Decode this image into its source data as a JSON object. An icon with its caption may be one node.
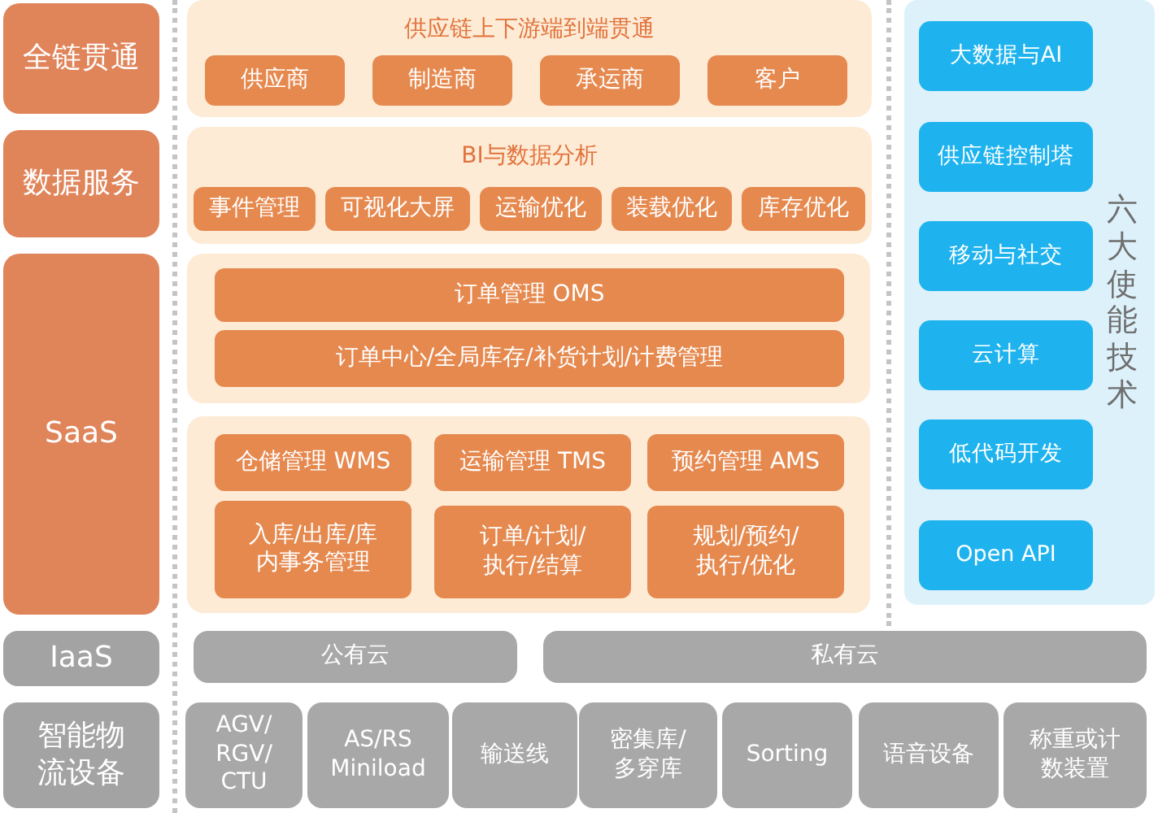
{
  "diagram": {
    "nodes": [
      {
        "text": [
          "全链贯通"
        ]
      },
      {
        "text": [
          "供应链上下游端到端贯通"
        ]
      },
      {
        "text": [
          "供应商"
        ],
        "in": 1
      },
      {
        "text": [
          "制造商"
        ],
        "in": 1
      },
      {
        "text": [
          "承运商"
        ],
        "in": 1
      },
      {
        "text": [
          "客户"
        ],
        "in": 1
      },
      {
        "text": [
          "数据服务"
        ]
      },
      {
        "text": [
          "BI与数据分析"
        ]
      },
      {
        "text": [
          "事件管理"
        ],
        "in": 7
      },
      {
        "text": [
          "可视化大屏"
        ],
        "in": 7
      },
      {
        "text": [
          "运输优化"
        ],
        "in": 7
      },
      {
        "text": [
          "装载优化"
        ],
        "in": 7
      },
      {
        "text": [
          "库存优化"
        ],
        "in": 7
      },
      {
        "text": [
          "SaaS"
        ]
      },
      {
        "text": [],
        "shape": "box"
      },
      {
        "text": [
          "订单管理 OMS"
        ],
        "in": 14
      },
      {
        "text": [
          "订单中心/全局库存/补货计划/计费管理"
        ],
        "in": 14
      },
      {
        "text": [],
        "shape": "box"
      },
      {
        "text": [
          "仓储管理 WMS"
        ],
        "in": 17
      },
      {
        "text": [
          "运输管理 TMS"
        ],
        "in": 17
      },
      {
        "text": [
          "预约管理 AMS"
        ],
        "in": 17
      },
      {
        "text": [
          "入库/出库/库内事务管理"
        ],
        "in": 17
      },
      {
        "text": [
          "订单/计划/执行/结算"
        ],
        "in": 17
      },
      {
        "text": [
          "规划/预约/执行/优化"
        ],
        "in": 17
      },
      {
        "text": [
          "六大使能技术"
        ]
      },
      {
        "text": [
          "大数据与AI"
        ],
        "in": 24
      },
      {
        "text": [
          "供应链控制塔"
        ],
        "in": 24
      },
      {
        "text": [
          "移动与社交"
        ],
        "in": 24
      },
      {
        "text": [
          "云计算"
        ],
        "in": 24
      },
      {
        "text": [
          "低代码开发"
        ],
        "in": 24
      },
      {
        "text": [
          "Open API"
        ],
        "in": 24
      },
      {
        "text": [
          "IaaS"
        ]
      },
      {
        "text": [
          "公有云"
        ]
      },
      {
        "text": [
          "私有云"
        ]
      },
      {
        "text": [
          "智能物流设备"
        ]
      },
      {
        "text": [
          "AGV/RGV/CTU"
        ]
      },
      {
        "text": [
          "AS/RS Miniload"
        ]
      },
      {
        "text": [
          "输送线"
        ]
      },
      {
        "text": [
          "密集库/多穿库"
        ]
      },
      {
        "text": [
          "Sorting"
        ]
      },
      {
        "text": [
          "语音设备"
        ]
      },
      {
        "text": [
          "称重或计数装置"
        ]
      }
    ]
  }
}
